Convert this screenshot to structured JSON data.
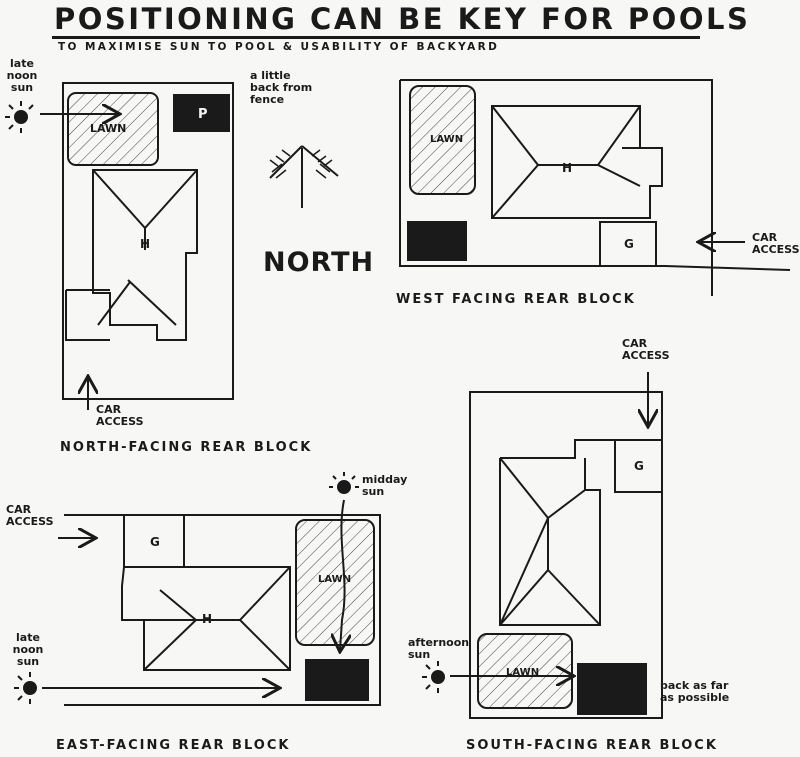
{
  "title": "POSITIONING CAN BE KEY FOR POOLS",
  "subtitle": "TO MAXIMISE SUN TO POOL & USABILITY OF BACKYARD",
  "north": {
    "label": "NORTH"
  },
  "blocks": {
    "north": {
      "caption": "NORTH-FACING REAR BLOCK",
      "lawn": "LAWN",
      "pool": "P",
      "house": "H",
      "sun_label": "late noon sun",
      "car_access": "CAR ACCESS",
      "fence_note": "a little back from fence"
    },
    "west": {
      "caption": "WEST FACING REAR BLOCK",
      "lawn": "LAWN",
      "house": "H",
      "garage": "G",
      "car_access": "CAR ACCESS"
    },
    "east": {
      "caption": "EAST-FACING REAR BLOCK",
      "lawn": "LAWN",
      "house": "H",
      "garage": "G",
      "car_access": "CAR ACCESS",
      "sun_label": "midday sun",
      "sun2_label": "late noon sun"
    },
    "south": {
      "caption": "SOUTH-FACING REAR BLOCK",
      "lawn": "LAWN",
      "garage": "G",
      "car_access": "CAR ACCESS",
      "sun_label": "afternoon sun",
      "back_note": "back as far as possible"
    }
  }
}
